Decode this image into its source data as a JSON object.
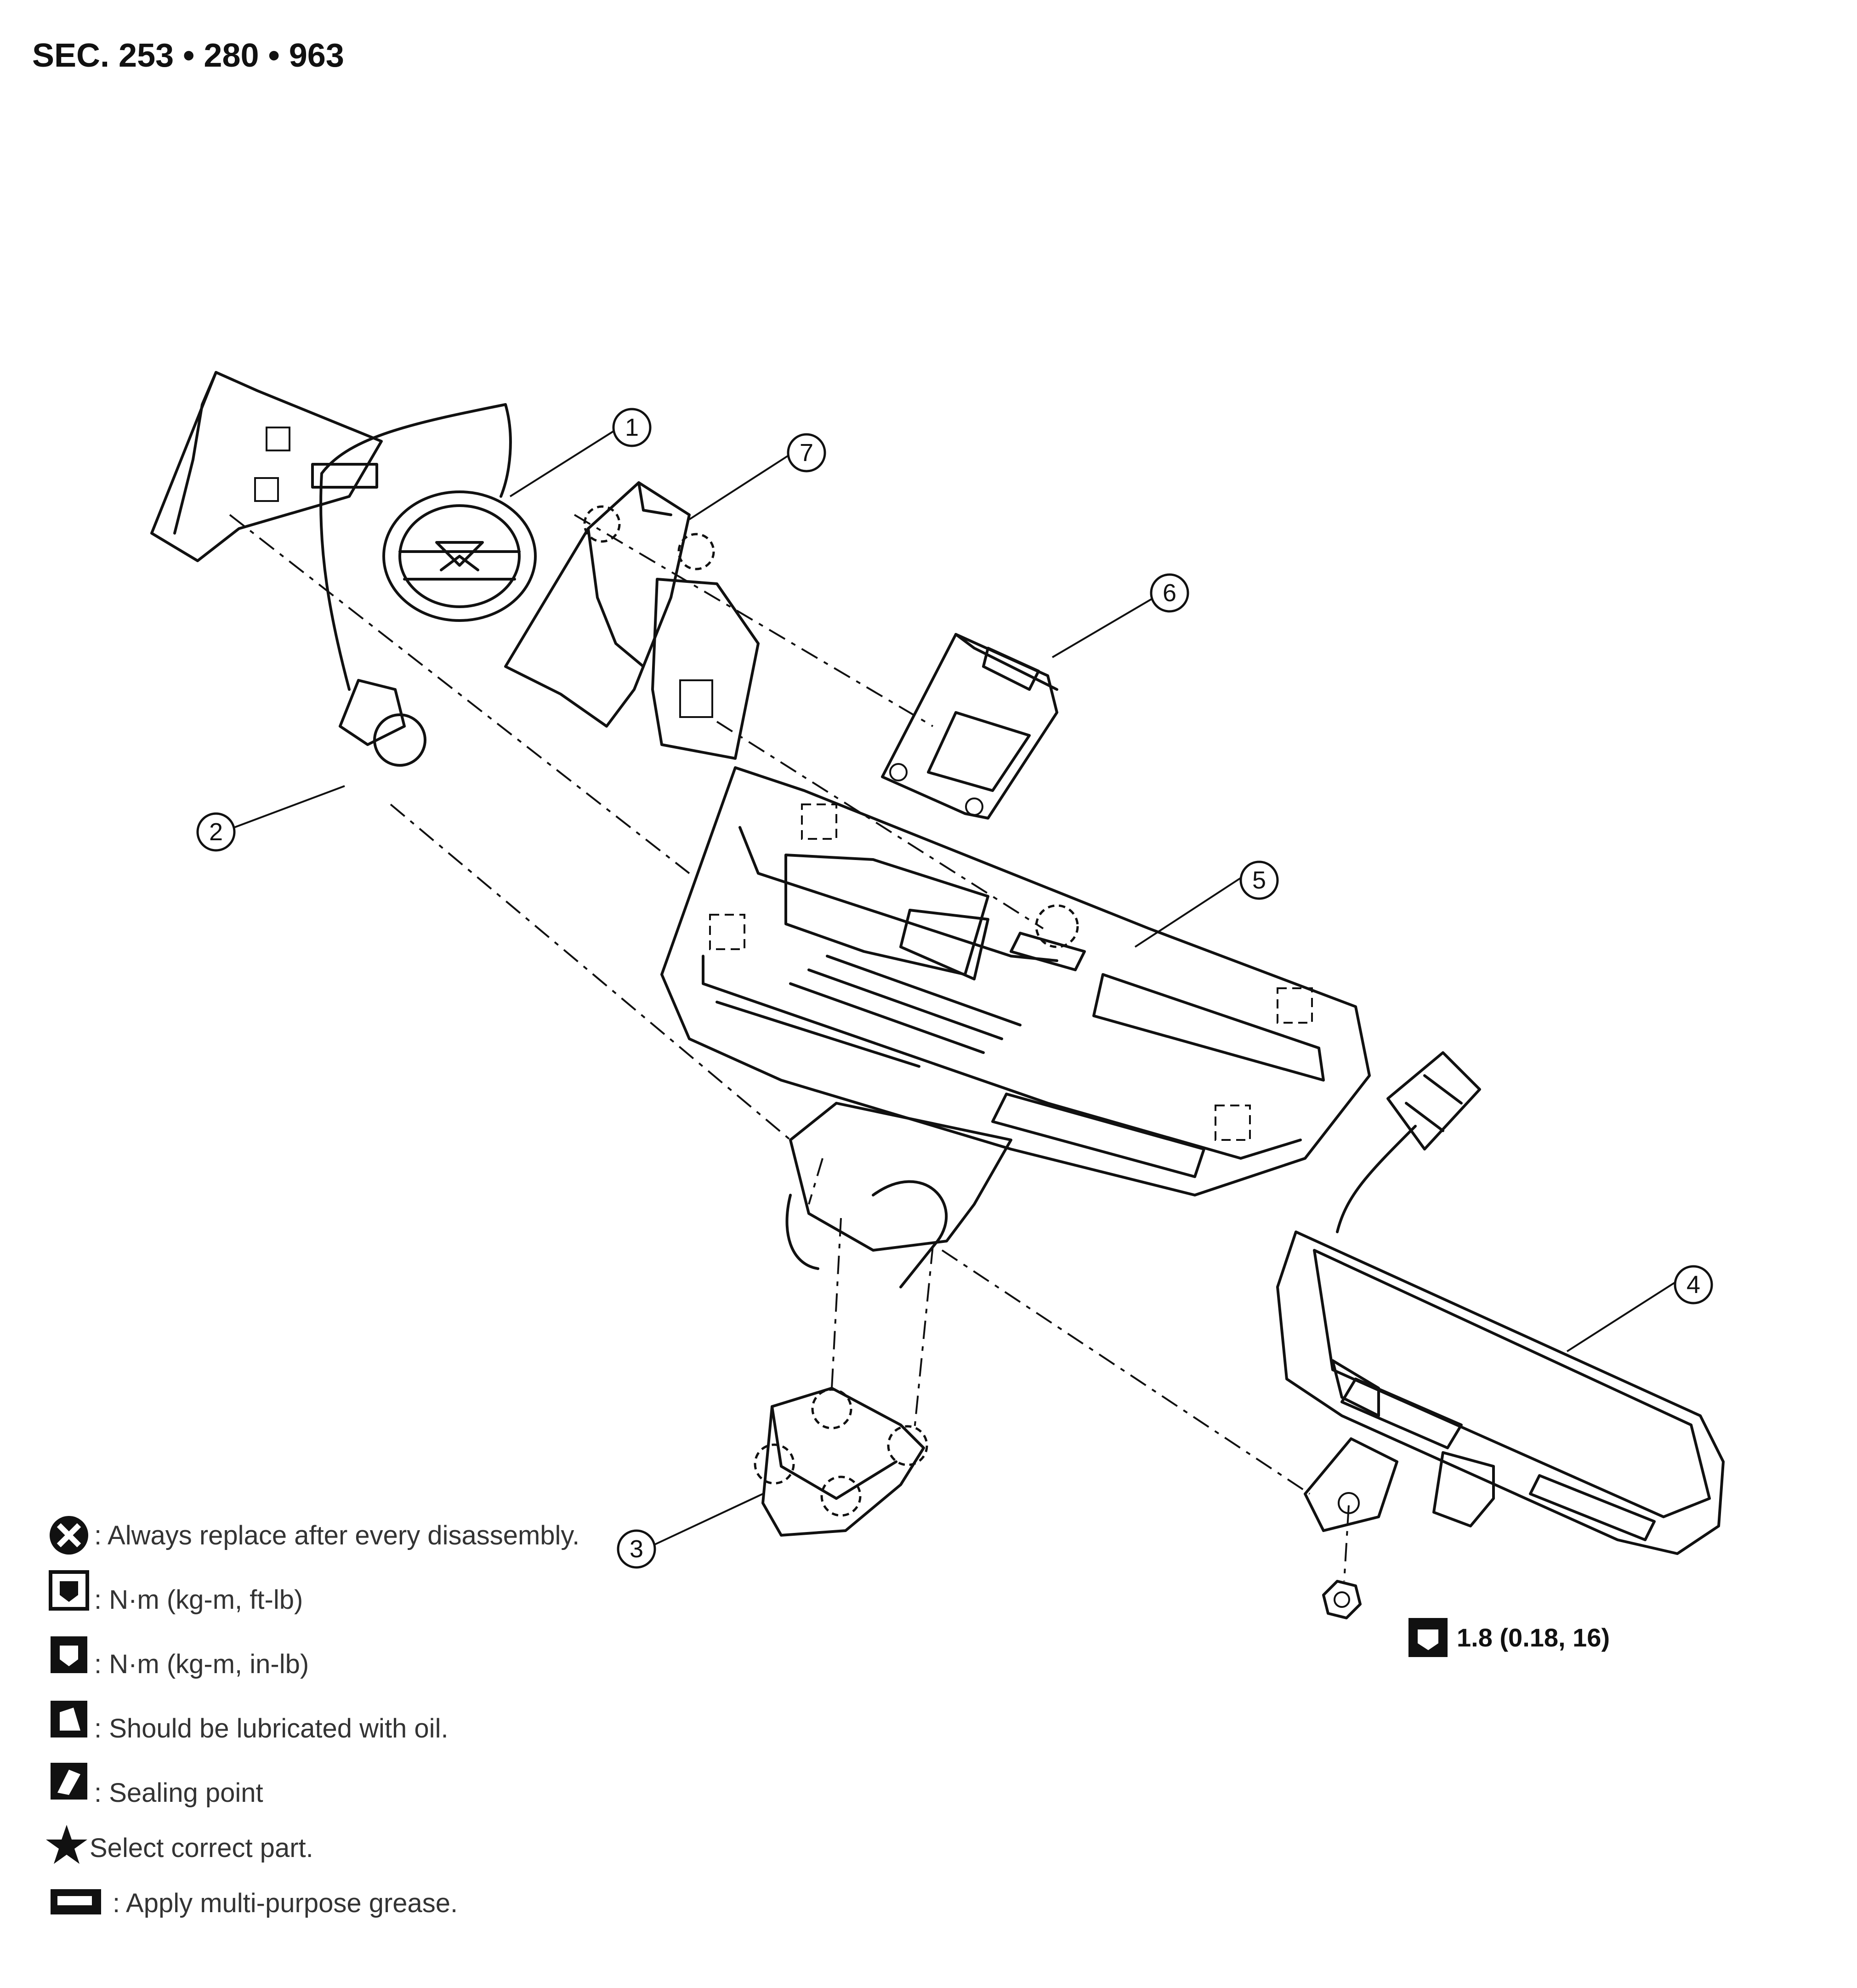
{
  "section_code": "SEC. 253 • 280 • 963",
  "callouts": [
    "1",
    "2",
    "3",
    "4",
    "5",
    "6",
    "7"
  ],
  "torque_spec": "1.8 (0.18, 16)",
  "legend": [
    {
      "icon": "replace-x-icon",
      "text": ": Always replace after every disassembly."
    },
    {
      "icon": "torque-ftlb-icon",
      "text": ": N·m (kg-m, ft-lb)"
    },
    {
      "icon": "torque-inlb-icon",
      "text": ": N·m (kg-m, in-lb)"
    },
    {
      "icon": "oil-can-icon",
      "text": ": Should be lubricated with oil."
    },
    {
      "icon": "sealing-icon",
      "text": ": Sealing point"
    },
    {
      "icon": "star-icon",
      "text": "Select correct part."
    },
    {
      "icon": "grease-gun-icon",
      "text": ": Apply multi-purpose grease."
    }
  ]
}
